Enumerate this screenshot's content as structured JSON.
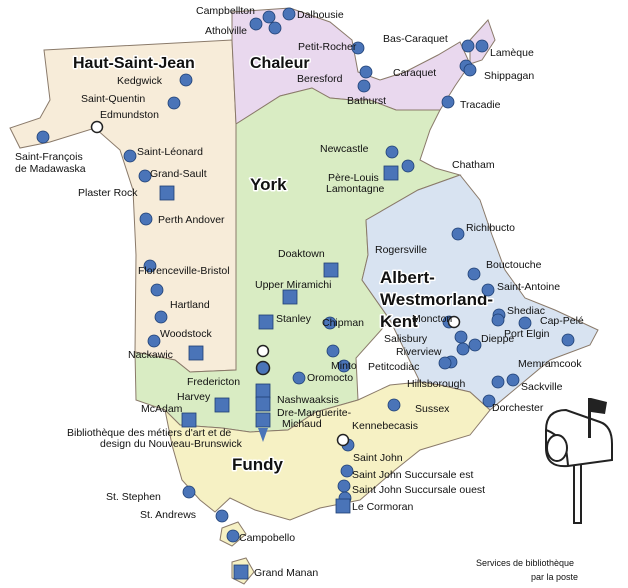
{
  "regions": {
    "haut_saint_jean": "Haut-Saint-Jean",
    "chaleur": "Chaleur",
    "york": "York",
    "albert_westmorland_kent": [
      "Albert-",
      "Westmorland-",
      "Kent"
    ],
    "fundy": "Fundy"
  },
  "region_colors": {
    "haut_saint_jean": "#f7ecd9",
    "chaleur": "#e9d8ee",
    "york": "#d9ecc3",
    "albert_westmorland_kent": "#d8e3f1",
    "fundy": "#f6f1c4"
  },
  "marker_color": "#4a74b8",
  "places": {
    "campbellton": "Campbellton",
    "dalhousie": "Dalhousie",
    "atholville": "Atholville",
    "petit_rocher": "Petit-Rocher",
    "beresford": "Beresford",
    "bathurst": "Bathurst",
    "bas_caraquet": "Bas-Caraquet",
    "lameque": "Lamèque",
    "caraquet": "Caraquet",
    "shippagan": "Shippagan",
    "tracadie": "Tracadie",
    "kedgwick": "Kedgwick",
    "saint_quentin": "Saint-Quentin",
    "edmundston": "Edmundston",
    "saint_francois": [
      "Saint-François",
      "de Madawaska"
    ],
    "saint_leonard": "Saint-Léonard",
    "grand_sault": "Grand-Sault",
    "plaster_rock": "Plaster Rock",
    "perth_andover": "Perth Andover",
    "florenceville_bristol": "Florenceville-Bristol",
    "hartland": "Hartland",
    "woodstock": "Woodstock",
    "nackawic": "Nackawic",
    "newcastle": "Newcastle",
    "chatham": "Chatham",
    "pere_louis_lamontagne": [
      "Père-Louis",
      "Lamontagne"
    ],
    "rogersville": "Rogersville",
    "richibucto": "Richibucto",
    "bouctouche": "Bouctouche",
    "saint_antoine": "Saint-Antoine",
    "shediac": "Shediac",
    "cap_pele": "Cap-Pelé",
    "port_elgin": "Port Elgin",
    "moncton": "Moncton",
    "salisbury": "Salisbury",
    "riverview": "Riverview",
    "dieppe": "Dieppe",
    "petitcodiac": "Petitcodiac",
    "memramcook": "Memramcook",
    "hillsborough": "Hillsborough",
    "sackville": "Sackville",
    "dorchester": "Dorchester",
    "doaktown": "Doaktown",
    "upper_miramichi": "Upper Miramichi",
    "stanley": "Stanley",
    "chipman": "Chipman",
    "minto": "Minto",
    "oromocto": "Oromocto",
    "fredericton": "Fredericton",
    "harvey": "Harvey",
    "mcadam": "McAdam",
    "nashwaaksis": "Nashwaaksis",
    "dre_marguerite_michaud": [
      "Dre-Marguerite-",
      "Michaud"
    ],
    "bibliotheque_metiers": [
      "Bibliothèque des métiers d'art et de",
      "design du Nouveau-Brunswick"
    ],
    "sussex": "Sussex",
    "kennebecasis": "Kennebecasis",
    "saint_john": "Saint John",
    "saint_john_est": "Saint John Succursale est",
    "saint_john_ouest": "Saint John Succursale ouest",
    "le_cormoran": "Le Cormoran",
    "st_stephen": "St. Stephen",
    "st_andrews": "St. Andrews",
    "campobello": "Campobello",
    "grand_manan": "Grand Manan"
  },
  "services_caption": [
    "Services de bibliothèque",
    "par la poste"
  ],
  "mailbox_icon": "mailbox-icon"
}
